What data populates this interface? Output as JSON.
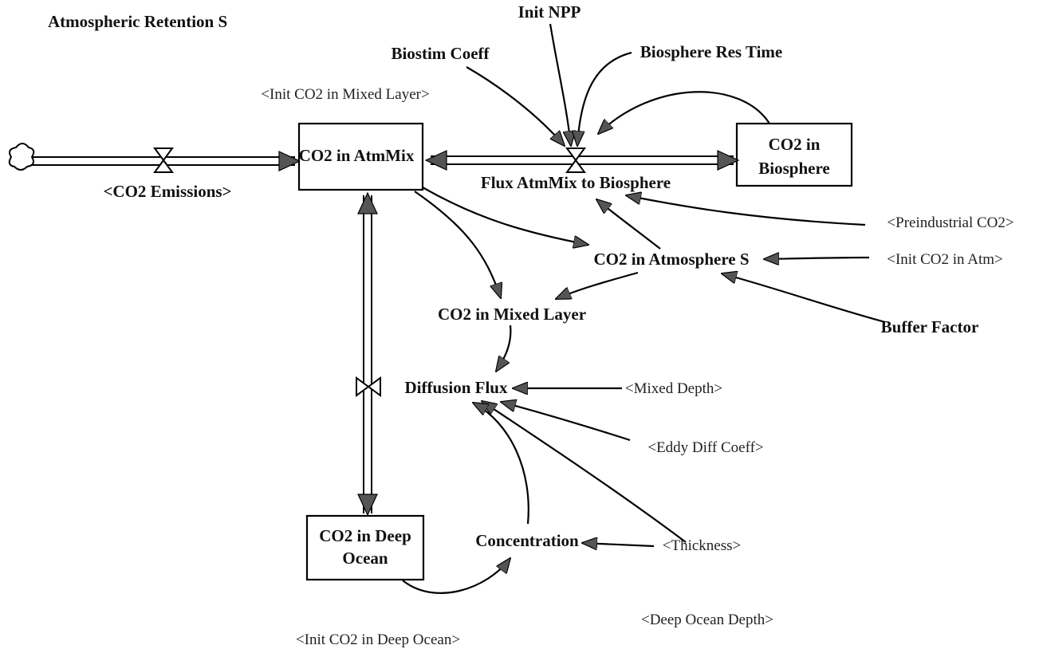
{
  "title": "Atmospheric Retention S",
  "stocks": {
    "atmmix": "CO2 in AtmMix",
    "biosphere_l1": "CO2 in",
    "biosphere_l2": "Biosphere",
    "deep_l1": "CO2 in Deep",
    "deep_l2": "Ocean"
  },
  "flows": {
    "emissions": "<CO2 Emissions>",
    "atm_to_bio": "Flux AtmMix to Biosphere",
    "diffusion": "Diffusion Flux"
  },
  "variables": {
    "init_npp": "Init NPP",
    "biostim": "Biostim Coeff",
    "bio_res_time": "Biosphere Res Time",
    "co2_atm_s": "CO2 in Atmosphere S",
    "co2_mixed": "CO2 in Mixed Layer",
    "buffer": "Buffer Factor",
    "concentration": "Concentration"
  },
  "shadow_variables": {
    "init_mixed": "<Init CO2 in Mixed Layer>",
    "preindustrial": "<Preindustrial CO2>",
    "init_atm": "<Init CO2 in Atm>",
    "mixed_depth": "<Mixed Depth>",
    "eddy": "<Eddy Diff Coeff>",
    "thickness": "<Thickness>",
    "deep_depth": "<Deep Ocean Depth>",
    "init_deep": "<Init CO2 in Deep Ocean>"
  }
}
